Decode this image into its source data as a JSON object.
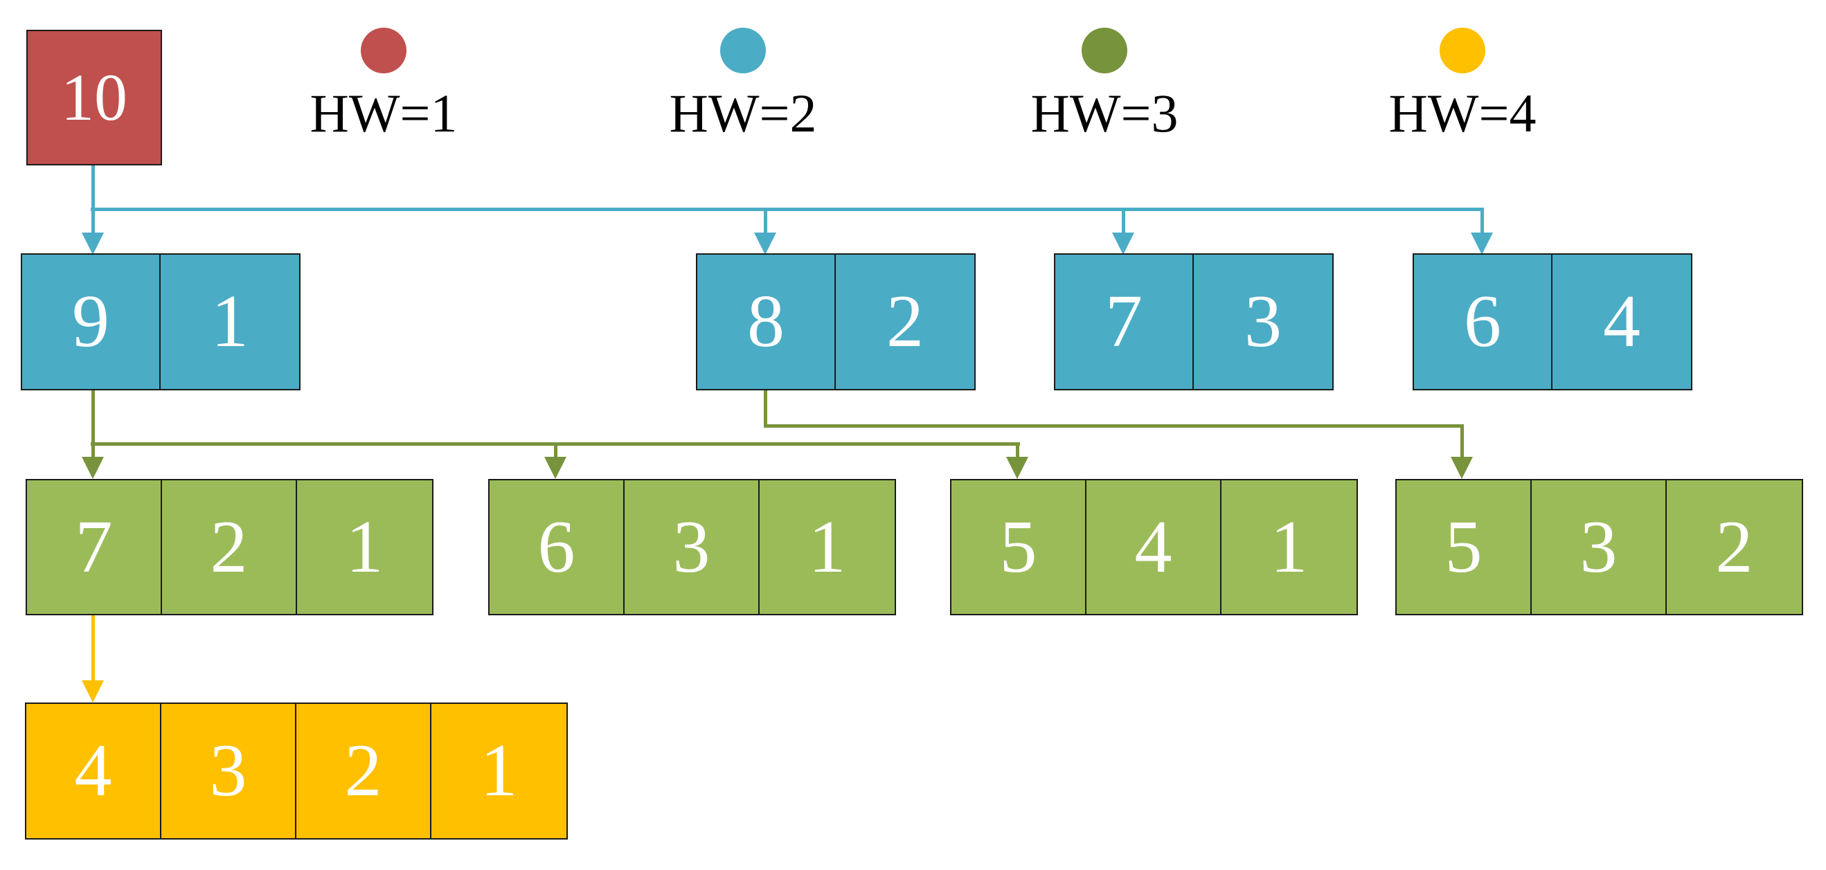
{
  "root": {
    "value": "10",
    "hw": 1,
    "color": "#C0504D"
  },
  "legend": {
    "items": [
      {
        "label": "HW=1",
        "color": "#C0504D"
      },
      {
        "label": "HW=2",
        "color": "#4BACC6"
      },
      {
        "label": "HW=3",
        "color": "#77933C"
      },
      {
        "label": "HW=4",
        "color": "#FFC000"
      }
    ]
  },
  "levels": {
    "hw2": {
      "fill": "#4BACC6",
      "line_color": "#4BACC6",
      "nodes": [
        {
          "cells": [
            "9",
            "1"
          ]
        },
        {
          "cells": [
            "8",
            "2"
          ]
        },
        {
          "cells": [
            "7",
            "3"
          ]
        },
        {
          "cells": [
            "6",
            "4"
          ]
        }
      ]
    },
    "hw3": {
      "fill": "#9BBB59",
      "line_color": "#77933C",
      "nodes": [
        {
          "cells": [
            "7",
            "2",
            "1"
          ]
        },
        {
          "cells": [
            "6",
            "3",
            "1"
          ]
        },
        {
          "cells": [
            "5",
            "4",
            "1"
          ]
        },
        {
          "cells": [
            "5",
            "3",
            "2"
          ]
        }
      ]
    },
    "hw4": {
      "fill": "#FFC000",
      "line_color": "#FFC000",
      "nodes": [
        {
          "cells": [
            "4",
            "3",
            "2",
            "1"
          ]
        }
      ]
    }
  },
  "edges": [
    {
      "from": "10",
      "to": "9+1"
    },
    {
      "from": "10",
      "to": "8+2"
    },
    {
      "from": "10",
      "to": "7+3"
    },
    {
      "from": "10",
      "to": "6+4"
    },
    {
      "from": "9+1",
      "to": "7+2+1"
    },
    {
      "from": "9+1",
      "to": "6+3+1"
    },
    {
      "from": "9+1",
      "to": "5+4+1"
    },
    {
      "from": "8+2",
      "to": "5+3+2"
    },
    {
      "from": "7+2+1",
      "to": "4+3+2+1"
    }
  ],
  "colors": {
    "border": "#1a1a1a",
    "background": "#ffffff",
    "text_on_node": "#ffffff",
    "legend_text": "#000000"
  }
}
